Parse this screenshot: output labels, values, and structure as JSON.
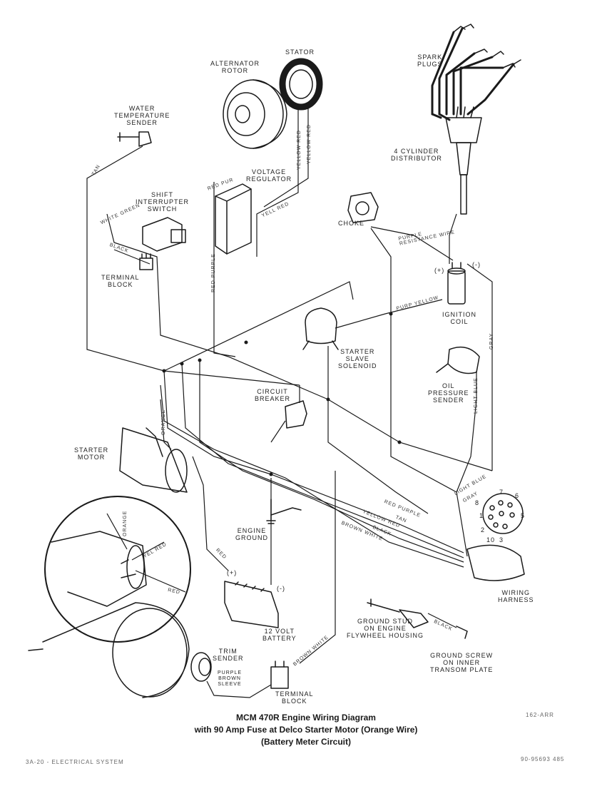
{
  "labels": {
    "stator": "STATOR",
    "alternator_rotor": "ALTERNATOR\nROTOR",
    "spark_plugs": "SPARK\nPLUGS",
    "distributor": "4 CYLINDER\nDISTRIBUTOR",
    "water_temp_sender": "WATER\nTEMPERATURE\nSENDER",
    "voltage_regulator": "VOLTAGE\nREGULATOR",
    "shift_interrupter": "SHIFT\nINTERRUPTER\nSWITCH",
    "choke": "CHOKE",
    "terminal_block_upper": "TERMINAL\nBLOCK",
    "ignition_coil": "IGNITION\nCOIL",
    "coil_plus": "(+)",
    "coil_minus": "(-)",
    "starter_slave_solenoid": "STARTER\nSLAVE\nSOLENOID",
    "circuit_breaker": "CIRCUIT\nBREAKER",
    "oil_pressure_sender": "OIL\nPRESSURE\nSENDER",
    "starter_motor": "STARTER\nMOTOR",
    "engine_ground": "ENGINE\nGROUND",
    "battery_plus": "(+)",
    "battery_minus": "(-)",
    "battery": "12 VOLT\nBATTERY",
    "wiring_harness": "WIRING\nHARNESS",
    "ground_stud": "GROUND STUD\nON ENGINE\nFLYWHEEL HOUSING",
    "ground_screw": "GROUND SCREW\nON INNER\nTRANSOM PLATE",
    "trim_sender": "TRIM\nSENDER",
    "terminal_block_lower": "TERMINAL\nBLOCK",
    "sleeve": "PURPLE\nBROWN\nSLEEVE",
    "pin_numbers": [
      "8",
      "7",
      "6",
      "1",
      "5",
      "2",
      "10",
      "3"
    ]
  },
  "wire_labels": {
    "tan": "TAN",
    "yellow_red_1": "YELLOW RED",
    "yellow_red_2": "YELLOW RED",
    "red_purple": "RED PUR",
    "yell_red": "YELL RED",
    "white_green": "WHITE GREEN",
    "black": "BLACK",
    "purple_resistance": "PURPLE\nRESISTANCE WIRE",
    "purp_yellow": "PURP YELLOW",
    "gray": "GRAY",
    "light_blue": "LIGHT BLUE",
    "red_purple_v": "RED PURPLE",
    "orange": "ORANGE",
    "red": "RED",
    "inset_orange": "ORANGE",
    "inset_yel_red": "YEL RED",
    "inset_red": "RED",
    "harness_red_purple": "RED PURPLE",
    "harness_yellow_red": "YELLOW RED",
    "harness_tan": "TAN",
    "harness_black": "BLACK",
    "harness_brown_white": "BROWN WHITE",
    "harness_light_blue": "LIGHT BLUE",
    "harness_gray": "GRAY",
    "ground_black": "BLACK",
    "brown_white": "BROWN WHITE"
  },
  "caption": {
    "line1": "MCM 470R Engine Wiring Diagram",
    "line2": "with 90 Amp Fuse at Delco Starter Motor (Orange Wire)",
    "line3": "(Battery Meter Circuit)"
  },
  "footer": {
    "left": "3A-20 - ELECTRICAL SYSTEM",
    "right": "90-95693 485",
    "figure_code": "162-ARR"
  },
  "colors": {
    "ink": "#1a1a1a",
    "paper": "#ffffff"
  }
}
